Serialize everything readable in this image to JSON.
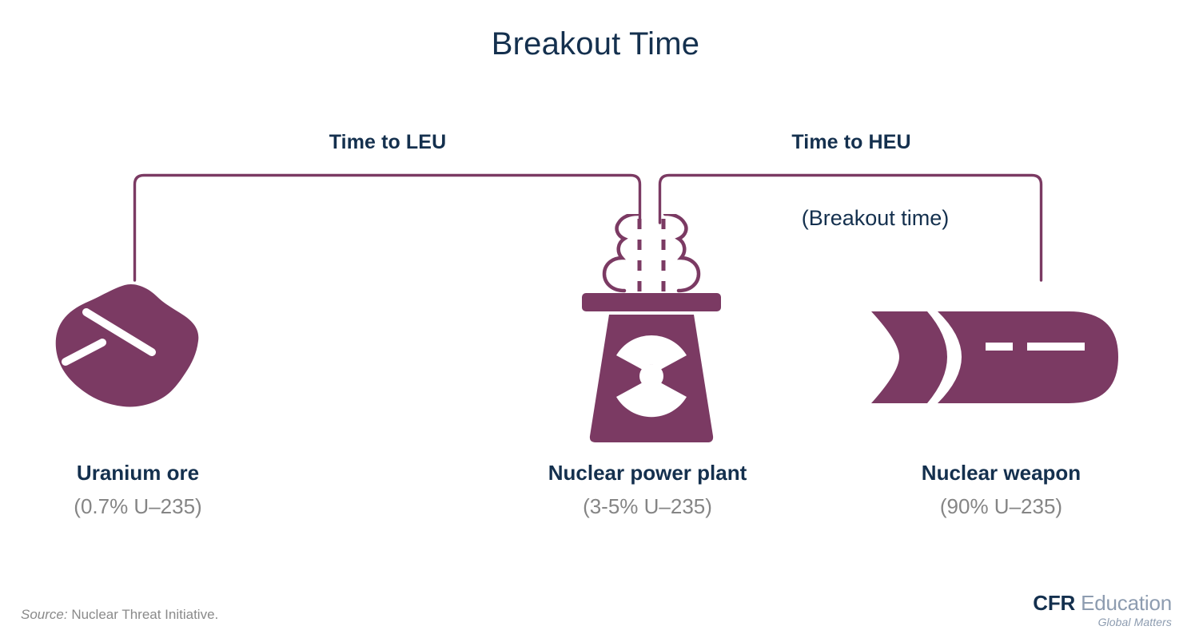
{
  "chart_data": {
    "type": "diagram",
    "title": "Breakout Time",
    "stages": [
      {
        "name": "Uranium ore",
        "enrichment": "(0.7% U–235)",
        "icon": "uranium-ore-icon",
        "value": 0.7
      },
      {
        "name": "Nuclear power plant",
        "enrichment": "(3-5% U–235)",
        "icon": "nuclear-power-plant-icon",
        "value": 4
      },
      {
        "name": "Nuclear weapon",
        "enrichment": "(90% U–235)",
        "icon": "nuclear-weapon-icon",
        "value": 90
      }
    ],
    "spans": [
      {
        "label": "Time to LEU",
        "from": "Uranium ore",
        "to": "Nuclear power plant",
        "note": ""
      },
      {
        "label": "Time to HEU",
        "from": "Nuclear power plant",
        "to": "Nuclear weapon",
        "note": "(Breakout time)"
      }
    ],
    "xlabel": "",
    "ylabel": "",
    "legend": ""
  },
  "header": {
    "title": "Breakout Time"
  },
  "spans": {
    "leu_label": "Time to LEU",
    "heu_label": "Time to HEU",
    "breakout_note": "(Breakout time)"
  },
  "items": [
    {
      "name": "Uranium ore",
      "sub": "(0.7% U–235)"
    },
    {
      "name": "Nuclear power plant",
      "sub": "(3-5% U–235)"
    },
    {
      "name": "Nuclear weapon",
      "sub": "(90% U–235)"
    }
  ],
  "footer": {
    "source_keyword": "Source:",
    "source_text": "Nuclear Threat Initiative."
  },
  "logo": {
    "brand": "CFR",
    "product": "Education",
    "tagline": "Global Matters"
  },
  "colors": {
    "navy": "#14304e",
    "purple": "#7b3a63",
    "gray": "#858585",
    "logo_gray_blue": "#8d9cb0",
    "background": "#ffffff"
  }
}
